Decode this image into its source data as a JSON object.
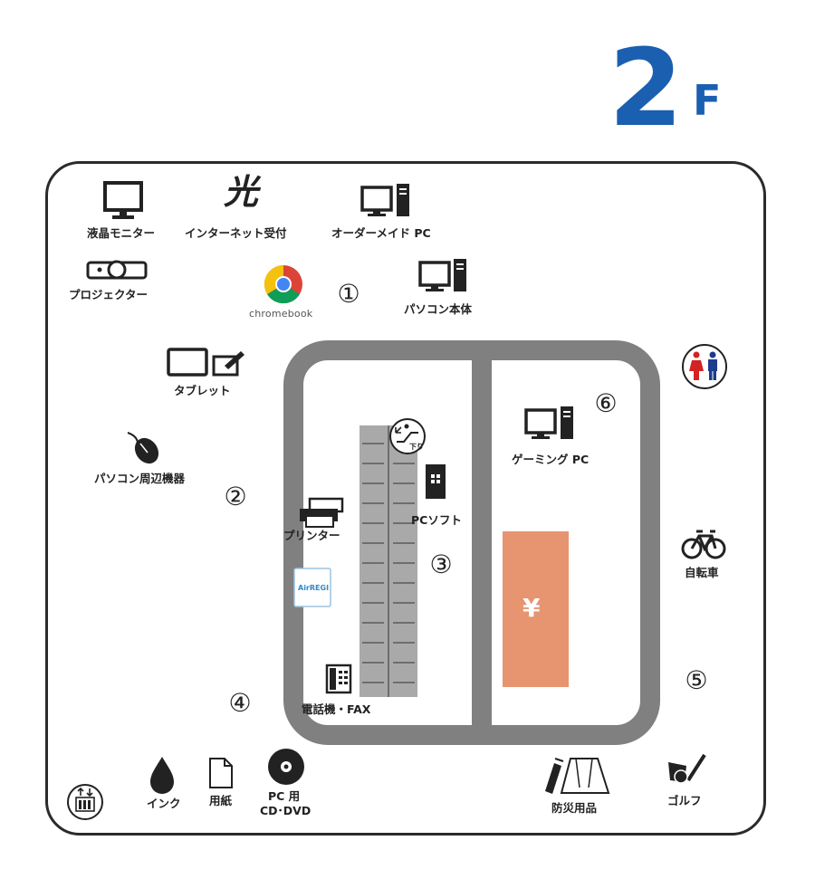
{
  "floor": {
    "number": "2",
    "suffix": "F"
  },
  "zones": [
    "①",
    "②",
    "③",
    "④",
    "⑤",
    "⑥"
  ],
  "labels": {
    "lcd_monitor": "液晶モニター",
    "internet_desk": "インターネット受付",
    "custom_pc": "オーダーメイド PC",
    "projector": "プロジェクター",
    "chromebook": "chromebook",
    "pc_body": "パソコン本体",
    "tablet": "タブレット",
    "peripherals": "パソコン周辺機器",
    "printer": "プリンター",
    "pc_soft": "PCソフト",
    "phone_fax": "電話機・FAX",
    "gaming_pc": "ゲーミング PC",
    "bicycle": "自転車",
    "ink": "インク",
    "paper": "用紙",
    "pc_cd_dvd_1": "PC 用",
    "pc_cd_dvd_2": "CD･DVD",
    "disaster": "防災用品",
    "golf": "ゴルフ",
    "escalator_down": "下り",
    "airregi": "AirREGI",
    "register": "¥"
  },
  "icons": {
    "hikari": "光"
  },
  "colors": {
    "floor_number": "#1a5fb0",
    "aisle": "#808080",
    "register": "#e79470",
    "escalator": "#a9a9a9",
    "toilet_female": "#d32222",
    "toilet_male": "#1c3c8c"
  }
}
